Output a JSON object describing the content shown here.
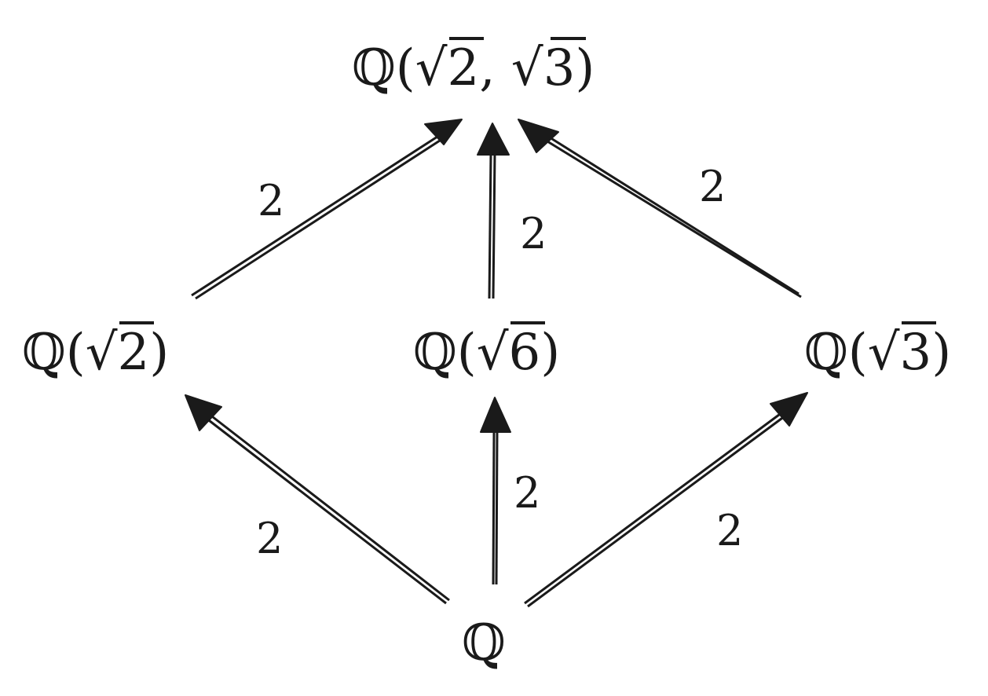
{
  "nodes": {
    "top": {
      "prefix": "ℚ(",
      "rad1": "√",
      "arg1": "2",
      "sep": ", ",
      "rad2": "√",
      "arg2": "3",
      "suffix": ")"
    },
    "left": {
      "prefix": "ℚ(",
      "rad": "√",
      "arg": "2",
      "suffix": ")"
    },
    "middle": {
      "prefix": "ℚ(",
      "rad": "√",
      "arg": "6",
      "suffix": ")"
    },
    "right": {
      "prefix": "ℚ(",
      "rad": "√",
      "arg": "3",
      "suffix": ")"
    },
    "bottom": {
      "label": "ℚ"
    }
  },
  "edges": {
    "left_to_top": "2",
    "middle_to_top": "2",
    "right_to_top": "2",
    "bottom_to_left": "2",
    "bottom_to_middle": "2",
    "bottom_to_right": "2"
  },
  "colors": {
    "ink": "#1a1a1a",
    "background": "#ffffff"
  }
}
